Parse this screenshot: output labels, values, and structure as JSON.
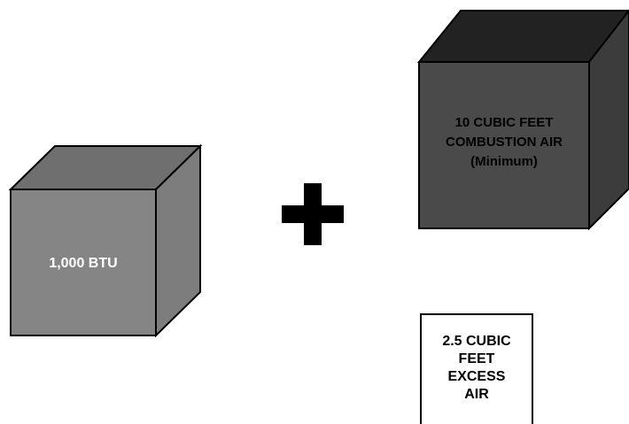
{
  "btu_cube": {
    "label": "1,000 BTU",
    "front_color": "#858585",
    "top_color": "#6f6f6f",
    "side_color": "#7d7d7d"
  },
  "operator": {
    "symbol": "plus-sign",
    "color": "#000000"
  },
  "combustion_cube": {
    "lines": [
      "10 CUBIC FEET",
      "COMBUSTION AIR",
      "(Minimum)"
    ],
    "front_color": "#4a4a4a",
    "top_color": "#222222",
    "side_color": "#3c3c3c"
  },
  "excess_box": {
    "lines": [
      "2.5 CUBIC",
      "FEET",
      "EXCESS",
      "AIR"
    ],
    "fill": "#ffffff"
  }
}
